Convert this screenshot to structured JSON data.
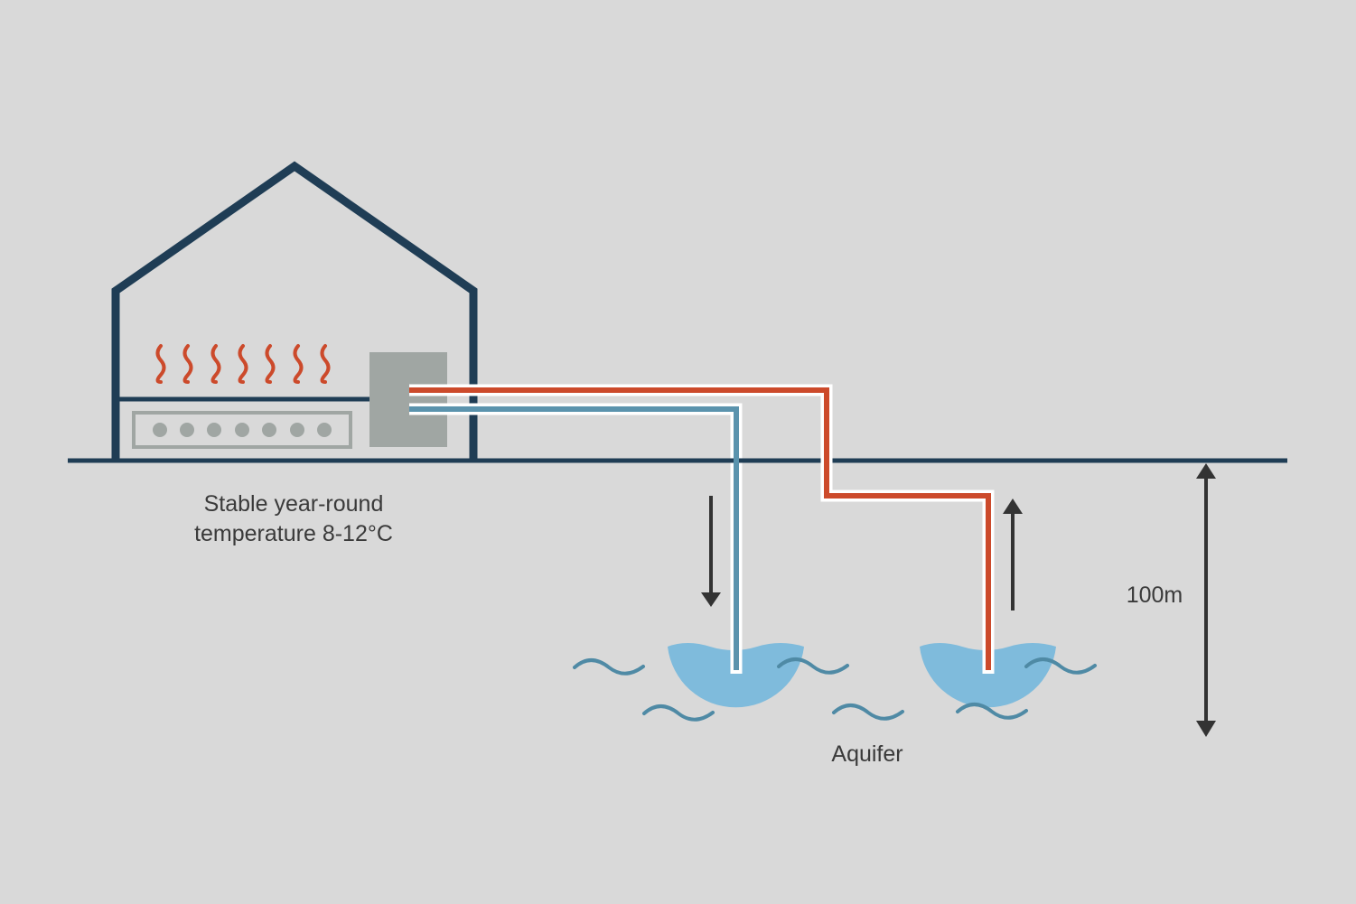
{
  "labels": {
    "temperature_line1": "Stable year-round",
    "temperature_line2": "temperature 8-12°C",
    "depth": "100m",
    "aquifer": "Aquifer"
  },
  "colors": {
    "background": "#d9d9d9",
    "house_outline": "#1f3d55",
    "ground_line": "#1f3d55",
    "hot_pipe": "#cc4a2b",
    "cold_pipe": "#5b93ad",
    "water": "#7fbbdc",
    "waves": "#4f8aa5",
    "heat_pump_box": "#a0a6a3",
    "radiator": "#a0a6a3",
    "arrows": "#333333"
  },
  "icons": {
    "heat_waves": "heat-waves-icon",
    "radiator": "radiator-icon",
    "heat_pump": "heat-pump-icon",
    "down_arrow": "flow-down-arrow",
    "up_arrow": "flow-up-arrow",
    "depth_arrow": "double-arrow-depth"
  }
}
